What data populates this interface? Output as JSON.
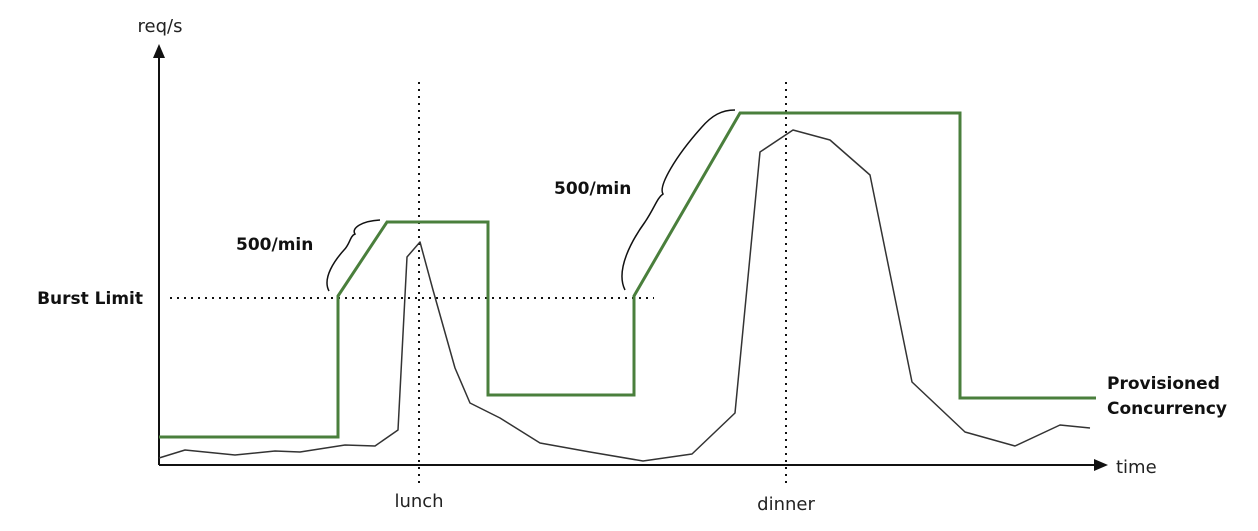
{
  "axes": {
    "y_label": "req/s",
    "x_label": "time"
  },
  "markers": {
    "lunch": "lunch",
    "dinner": "dinner"
  },
  "annotations": {
    "burst_limit": "Burst Limit",
    "ramp_rate_1": "500/min",
    "ramp_rate_2": "500/min"
  },
  "legend": {
    "provisioned_line1": "Provisioned",
    "provisioned_line2": "Concurrency"
  },
  "colors": {
    "provisioned": "#4a7f3c",
    "traffic": "#333333",
    "axis": "#111111"
  }
}
